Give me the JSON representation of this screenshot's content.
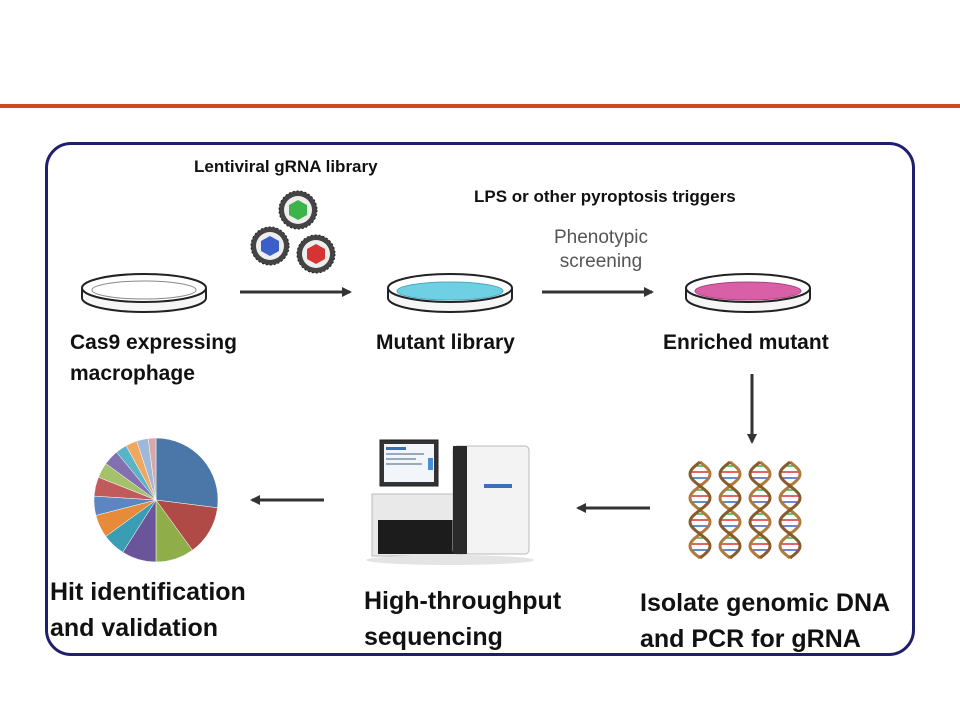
{
  "colors": {
    "accent": "#cc4a1d",
    "panel_border": "#1f1f6b",
    "mutant_medium": "#6fd0e4",
    "enriched_medium": "#d95fa6",
    "arrow": "#333333"
  },
  "labels": {
    "lentiviral": "Lentiviral gRNA library",
    "lps": "LPS or other pyroptosis triggers",
    "phenotypic_line1": "Phenotypic",
    "phenotypic_line2": "screening",
    "cas9_line1": "Cas9 expressing",
    "cas9_line2": "macrophage",
    "mutant_library": "Mutant library",
    "enriched_mutant": "Enriched mutant",
    "isolate_line1": "Isolate genomic DNA",
    "isolate_line2": "and PCR for gRNA",
    "sequencing_line1": "High-throughput",
    "sequencing_line2": "sequencing",
    "hit_line1": "Hit identification",
    "hit_line2": "and validation"
  },
  "icons": {
    "virus": "virus-particle-icon",
    "dish": "petri-dish-icon",
    "dna": "dna-helix-icon",
    "sequencer": "sequencer-machine-icon",
    "pie": "pie-chart-icon"
  }
}
